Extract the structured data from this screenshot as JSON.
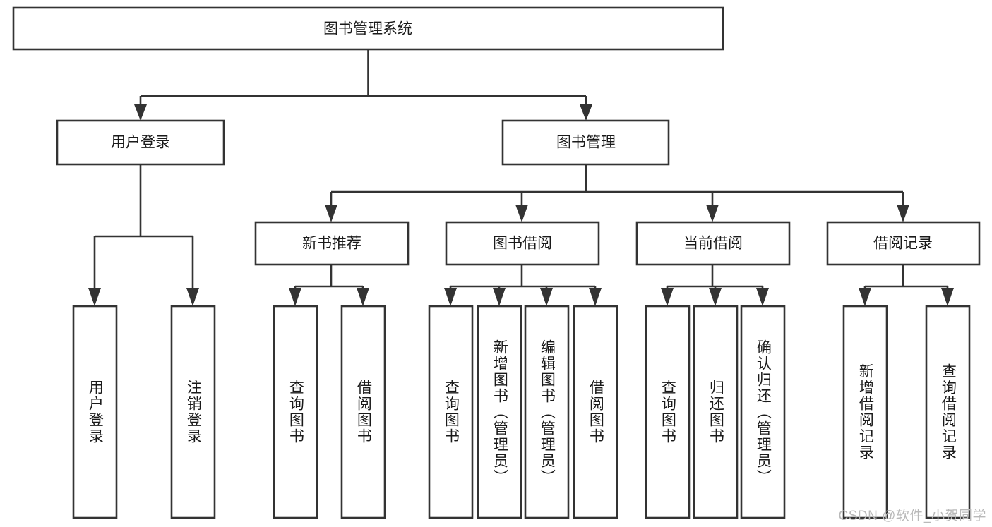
{
  "diagram": {
    "title": "图书管理系统",
    "type": "tree-hierarchy-chart",
    "watermark": "CSDN @软件_小贺同学",
    "colors": {
      "stroke": "#333333",
      "fill": "#ffffff",
      "text": "#1a1a1a",
      "watermark": "#b9b9b9"
    },
    "root": {
      "label": "图书管理系统"
    },
    "level2": [
      {
        "label": "用户登录"
      },
      {
        "label": "图书管理"
      }
    ],
    "level3": [
      {
        "label": "新书推荐"
      },
      {
        "label": "图书借阅"
      },
      {
        "label": "当前借阅"
      },
      {
        "label": "借阅记录"
      }
    ],
    "leaves": {
      "user_login": [
        {
          "label": "用户登录"
        },
        {
          "label": "注销登录"
        }
      ],
      "new_books": [
        {
          "label": "查询图书"
        },
        {
          "label": "借阅图书"
        }
      ],
      "book_borrow": [
        {
          "label": "查询图书"
        },
        {
          "label": "新增图书（管理员）"
        },
        {
          "label": "编辑图书（管理员）"
        },
        {
          "label": "借阅图书"
        }
      ],
      "current_borrow": [
        {
          "label": "查询图书"
        },
        {
          "label": "归还图书"
        },
        {
          "label": "确认归还（管理员）"
        }
      ],
      "borrow_records": [
        {
          "label": "新增借阅记录"
        },
        {
          "label": "查询借阅记录"
        }
      ]
    }
  }
}
